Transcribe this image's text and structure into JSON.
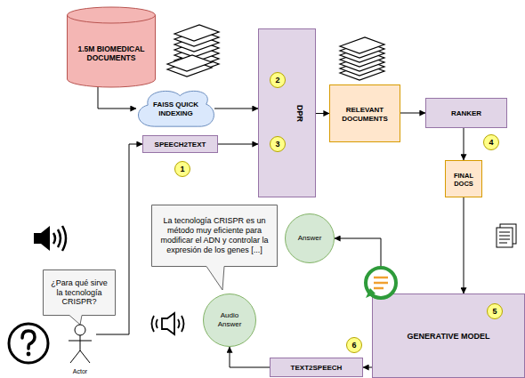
{
  "diagram": {
    "nodes": [
      {
        "text": [
          "1.5M BIOMEDICAL DOCUMENTS"
        ]
      },
      {
        "text": [
          "FAISS QUICK INDEXING"
        ]
      },
      {
        "text": [
          "SPEECH2TEXT"
        ]
      },
      {
        "text": [
          "DPR"
        ]
      },
      {
        "text": [
          "RELEVANT DOCUMENTS"
        ]
      },
      {
        "text": [
          "RANKER"
        ]
      },
      {
        "text": [
          "FINAL DOCS"
        ]
      },
      {
        "text": [
          "La tecnología CRISPR es un método muy eficiente para modificar el ADN y controlar la expresión de los genes [...]"
        ]
      },
      {
        "text": [
          "Answer"
        ]
      },
      {
        "text": [
          "¿Para qué sirve la tecnología CRISPR?"
        ]
      },
      {
        "text": [
          "Actor"
        ]
      },
      {
        "text": [
          "Audio Answer"
        ]
      },
      {
        "text": [
          "GENERATIVE MODEL"
        ]
      },
      {
        "text": [
          "TEXT2SPEECH"
        ]
      }
    ],
    "edges": [
      {
        "from": 0,
        "to": 1,
        "arrow": "to"
      },
      {
        "from": 1,
        "to": 3,
        "arrow": "to"
      },
      {
        "from": 2,
        "to": 3,
        "arrow": "to"
      },
      {
        "from": 10,
        "to": 2,
        "arrow": "to"
      },
      {
        "from": 3,
        "to": 4,
        "arrow": "to"
      },
      {
        "from": 4,
        "to": 5,
        "arrow": "to"
      },
      {
        "from": 5,
        "to": 6,
        "arrow": "to"
      },
      {
        "from": 6,
        "to": 12,
        "arrow": "to"
      },
      {
        "from": 12,
        "to": 8,
        "arrow": "to"
      },
      {
        "from": 12,
        "to": 13,
        "arrow": "to"
      },
      {
        "from": 13,
        "to": 11,
        "arrow": "to"
      }
    ],
    "labels": [
      "1",
      "2",
      "3",
      "4",
      "5",
      "6"
    ]
  }
}
